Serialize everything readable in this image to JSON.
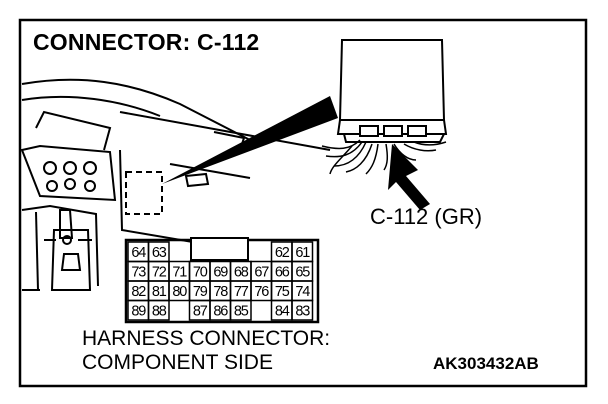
{
  "diagram": {
    "title": "CONNECTOR: C-112",
    "connector_callout": "C-112 (GR)",
    "harness_caption_line1": "HARNESS CONNECTOR:",
    "harness_caption_line2": "COMPONENT SIDE",
    "figure_code": "AK303432AB"
  },
  "pin_rows": [
    [
      "64",
      "63",
      "",
      "",
      "",
      "",
      "",
      "62",
      "61"
    ],
    [
      "73",
      "72",
      "71",
      "70",
      "69",
      "68",
      "67",
      "66",
      "65"
    ],
    [
      "82",
      "81",
      "80",
      "79",
      "78",
      "77",
      "76",
      "75",
      "74"
    ],
    [
      "89",
      "88",
      "",
      "87",
      "86",
      "85",
      "",
      "84",
      "83"
    ]
  ],
  "colors": {
    "ink": "#000000",
    "background": "#ffffff"
  }
}
